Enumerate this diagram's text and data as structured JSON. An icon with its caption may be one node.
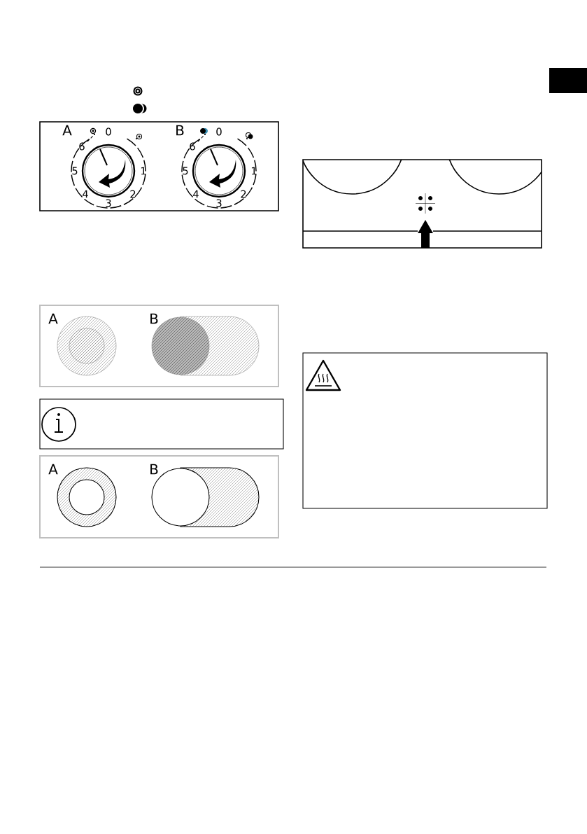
{
  "diagram": {
    "labels": [
      "A",
      "0",
      "6",
      "5",
      "1",
      "4",
      "2",
      "3",
      "B",
      "0",
      "6",
      "5",
      "1",
      "4",
      "2",
      "3",
      "A",
      "B",
      "A",
      "B"
    ]
  }
}
